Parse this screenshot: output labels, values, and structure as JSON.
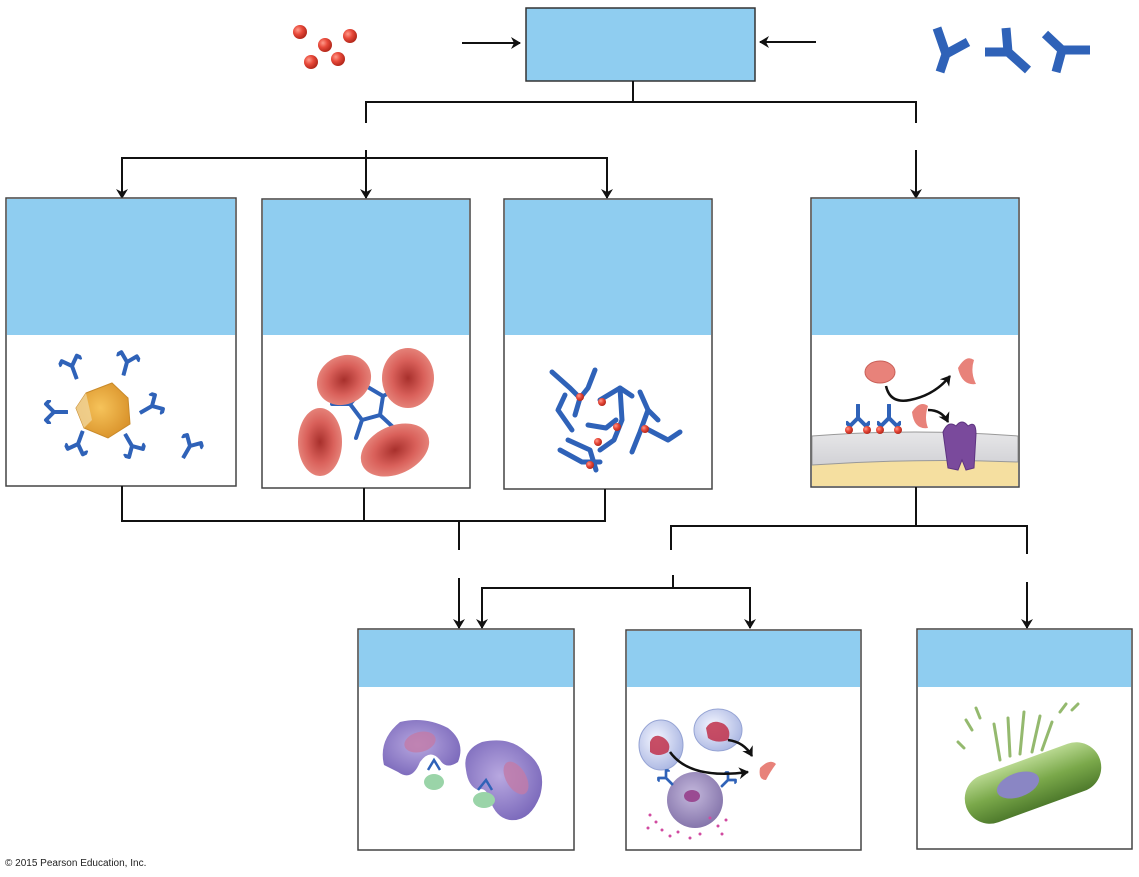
{
  "diagram": {
    "title": "Antibody-mediated defense mechanisms (unlabeled)",
    "copyright": "© 2015 Pearson Education, Inc.",
    "label_fill": "#8fcdf0",
    "line_color": "#111111",
    "inputs": [
      {
        "id": "antigen",
        "icon": "antigen-particles-icon",
        "color": "#e8493a"
      },
      {
        "id": "antibody",
        "icon": "antibody-y-icon",
        "color": "#2f62b8"
      }
    ],
    "boxes": [
      {
        "id": "top",
        "label": "",
        "illustration": "none"
      },
      {
        "id": "panel-1",
        "label": "",
        "illustration": "virus-coated-with-antibodies"
      },
      {
        "id": "panel-2",
        "label": "",
        "illustration": "red-blood-cells-agglutinated"
      },
      {
        "id": "panel-3",
        "label": "",
        "illustration": "antigen-antibody-precipitation-lattice"
      },
      {
        "id": "panel-4",
        "label": "",
        "illustration": "toxin-blocked-at-membrane-receptor"
      },
      {
        "id": "panel-5",
        "label": "",
        "illustration": "macrophages-phagocytosing-particles"
      },
      {
        "id": "panel-6",
        "label": "",
        "illustration": "natural-killer-and-neutrophils-cell-lysis"
      },
      {
        "id": "panel-7",
        "label": "",
        "illustration": "bacterium-lysed-by-complement"
      }
    ]
  }
}
